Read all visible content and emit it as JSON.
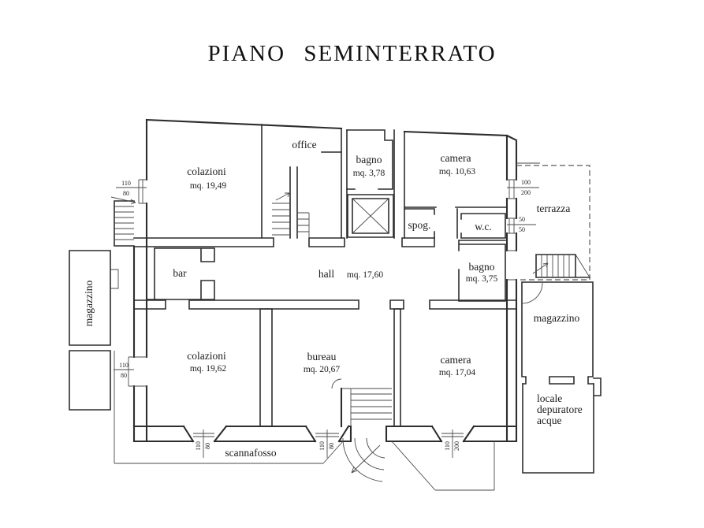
{
  "title": "PIANO SEMINTERRATO",
  "rooms": {
    "colazioni_top": {
      "name": "colazioni",
      "area": "mq. 19,49"
    },
    "office": {
      "name": "office"
    },
    "bagno_top": {
      "name": "bagno",
      "area": "mq. 3,78"
    },
    "camera_top": {
      "name": "camera",
      "area": "mq. 10,63"
    },
    "spog": {
      "name": "spog."
    },
    "wc": {
      "name": "w.c."
    },
    "bagno_right": {
      "name": "bagno",
      "area": "mq. 3,75"
    },
    "terrazza": {
      "name": "terrazza"
    },
    "hall": {
      "name": "hall",
      "area": "mq. 17,60"
    },
    "bar": {
      "name": "bar"
    },
    "magazzino_left": {
      "name": "magazzino"
    },
    "colazioni_bottom": {
      "name": "colazioni",
      "area": "mq. 19,62"
    },
    "bureau": {
      "name": "bureau",
      "area": "mq. 20,67"
    },
    "camera_bottom": {
      "name": "camera",
      "area": "mq. 17,04"
    },
    "magazzino_right": {
      "name": "magazzino"
    },
    "locale_depuratore": {
      "line1": "locale",
      "line2": "depuratore",
      "line3": "acque"
    },
    "scannafosso": {
      "name": "scannafosso"
    }
  },
  "dimensions": {
    "win_left_top": {
      "num": "110",
      "den": "80"
    },
    "win_left_bottom": {
      "num": "110",
      "den": "80"
    },
    "win_right_top": {
      "num": "100",
      "den": "200"
    },
    "win_right_mid": {
      "num": "50",
      "den": "50"
    },
    "win_bottom_left": {
      "num": "110",
      "den": "80"
    },
    "win_bottom_mid": {
      "num": "110",
      "den": "80"
    },
    "win_bottom_right": {
      "num": "110",
      "den": "200"
    }
  },
  "colors": {
    "wall": "#2d2d2d",
    "background": "#ffffff",
    "dashed": "#5a5a5a"
  }
}
